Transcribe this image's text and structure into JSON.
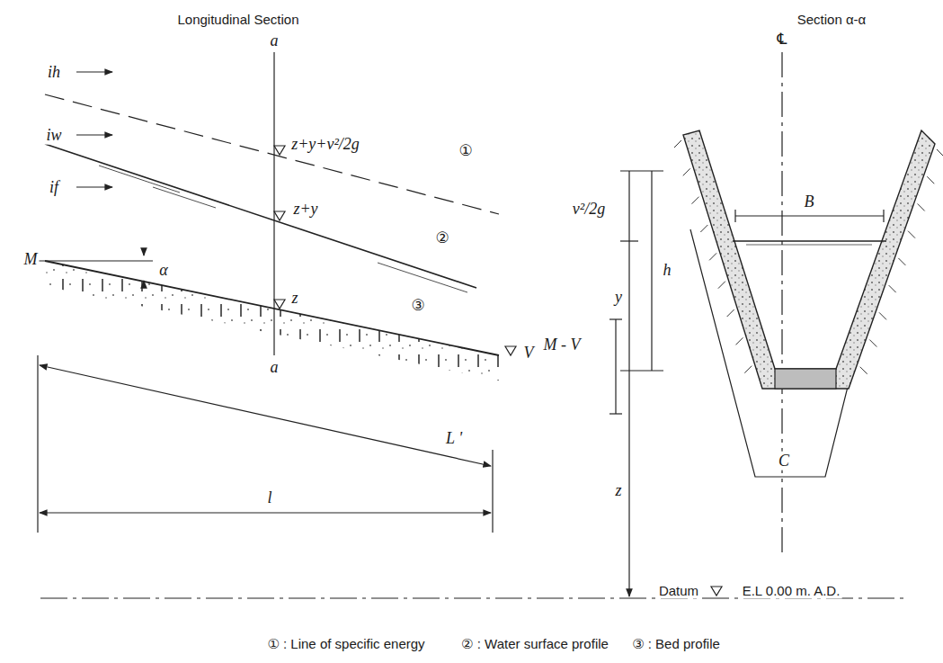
{
  "diagram": {
    "labels": [
      "Longitudinal Section",
      "Section α-α",
      "ih",
      "iw",
      "if",
      "a",
      "z+y+v²/2g",
      "①",
      "z+y",
      "②",
      "M",
      "α",
      "z",
      "③",
      "M - V",
      "V",
      "a",
      "L '",
      "l",
      "℄",
      "v²/2g",
      "B",
      "h",
      "y",
      "z",
      "C",
      "Datum",
      "E.L 0.00 m. A.D.",
      "① : Line of specific energy",
      "② : Water surface profile",
      "③ : Bed profile"
    ]
  }
}
